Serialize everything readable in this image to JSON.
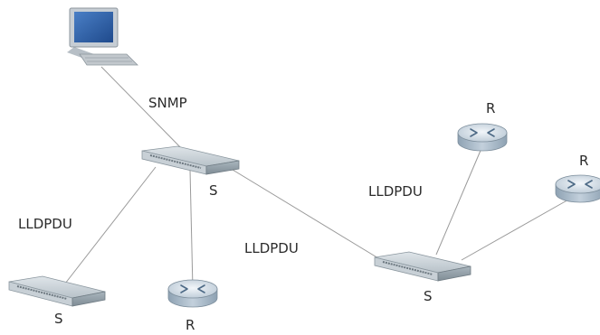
{
  "labels": {
    "snmp": "SNMP",
    "lldpdu_left": "LLDPDU",
    "lldpdu_center": "LLDPDU",
    "lldpdu_right": "LLDPDU",
    "switch_main": "S",
    "switch_left": "S",
    "switch_right": "S",
    "router_center": "R",
    "router_top": "R",
    "router_far_right": "R"
  },
  "colors": {
    "link": "#9a9a9a",
    "switch_top": "#c9d2d8",
    "switch_front": "#9aa7b0",
    "router_top": "#cfd9e3",
    "router_side": "#97aabb",
    "monitor_frame": "#c6cdd4",
    "monitor_screen": "#2f61aa",
    "keyboard": "#c2c8cd"
  }
}
